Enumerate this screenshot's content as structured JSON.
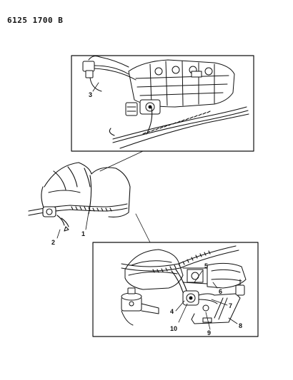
{
  "header": {
    "document_id": "6125 1700 B"
  },
  "callouts": {
    "c1": "1",
    "c2": "2",
    "c3": "3",
    "c4": "4",
    "c5": "5",
    "c6": "6",
    "c7": "7",
    "c8": "8",
    "c9": "9",
    "c10": "10"
  }
}
